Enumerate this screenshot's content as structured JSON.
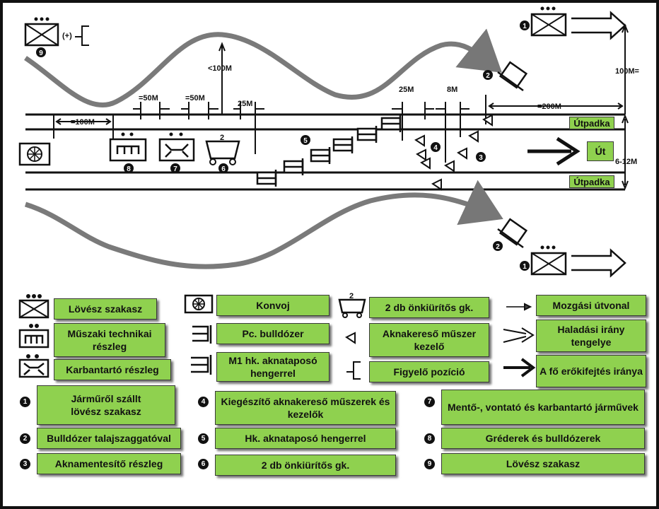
{
  "diagram": {
    "distances": {
      "d100_left": "=100M",
      "d50_a": "=50M",
      "d50_b": "=50M",
      "d100_vertical": "<100M",
      "d25_a": "25M",
      "d25_b": "25M",
      "d8": "8M",
      "d200": "=200M",
      "d100_right": "100M=",
      "d6_12": "6-12M"
    },
    "road_labels": {
      "shoulder_top": "Útpadka",
      "road": "Út",
      "shoulder_bottom": "Útpadka"
    },
    "observer_plus": "(+)",
    "mark_2": "2",
    "badge_numbers": [
      "1",
      "2",
      "3",
      "4",
      "5",
      "6",
      "7",
      "8",
      "9"
    ]
  },
  "legend": {
    "symbols": [
      {
        "id": "rifle-platoon",
        "label": "Lövész szakasz"
      },
      {
        "id": "engineer-detachment",
        "label": "Műszaki technikai részleg"
      },
      {
        "id": "maintenance-detachment",
        "label": "Karbantartó részleg"
      },
      {
        "id": "convoy",
        "label": "Konvoj"
      },
      {
        "id": "bulldozer",
        "label": "Pc. bulldózer"
      },
      {
        "id": "mine-roller",
        "label": "M1 hk. aknataposó hengerrel"
      },
      {
        "id": "dump-trucks",
        "label": "2 db önkiürítős gk."
      },
      {
        "id": "mine-detector-operator",
        "label": "Aknakereső műszer kezelő"
      },
      {
        "id": "observation-position",
        "label": "Figyelő pozíció"
      },
      {
        "id": "movement-route",
        "label": "Mozgási útvonal"
      },
      {
        "id": "advance-axis",
        "label": "Haladási irány tengelye"
      },
      {
        "id": "main-effort",
        "label": "A fő erőkifejtés iránya"
      }
    ],
    "numbered": [
      {
        "num": "1",
        "label": "Járműről szállt lövész szakasz"
      },
      {
        "num": "2",
        "label": "Bulldózer talajszaggatóval"
      },
      {
        "num": "3",
        "label": "Aknamentesítő részleg"
      },
      {
        "num": "4",
        "label": "Kiegészítő aknakereső műszerek és kezelők"
      },
      {
        "num": "5",
        "label": "Hk. aknataposó hengerrel"
      },
      {
        "num": "6",
        "label": "2 db önkiürítős gk."
      },
      {
        "num": "7",
        "label": "Mentő-, vontató és karbantartó járművek"
      },
      {
        "num": "8",
        "label": "Gréderek és bulldózerek"
      },
      {
        "num": "9",
        "label": "Lövész szakasz"
      }
    ]
  },
  "colors": {
    "box_green": "#8fd14f",
    "route_gray": "#7a7a7a",
    "ink": "#111111"
  }
}
